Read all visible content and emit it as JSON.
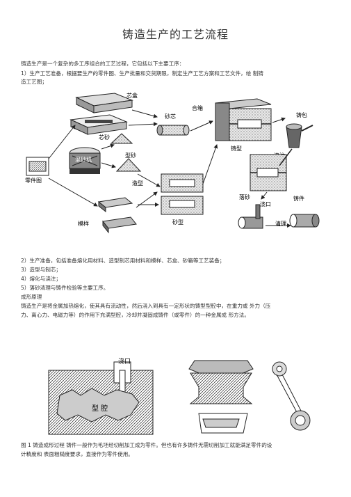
{
  "doc": {
    "title": "铸造生产的工艺流程",
    "intro": "铸造生产是一个复杂的多工序组合的工艺过程，它包括以下主要工序：",
    "step1_line1": "1）生产工艺准备，根据要生产的零件图、生产批量和交货期限，制定生产工艺方案和工艺文件，绘  制铸",
    "step1_line2": "造工艺图；",
    "diagram1_labels": {
      "core_box": "芯盒",
      "sand_core": "砂芯",
      "core_sand": "芯砂",
      "mixer": "混砂机",
      "molding_sand": "型砂",
      "part_drawing": "零件图",
      "molding": "造型",
      "pattern": "模样",
      "sand_mold": "砂型",
      "mold_assembly": "合箱",
      "casting_mold": "铸型",
      "ladle": "铸包",
      "pouring": "浇注",
      "shakeout": "落砂",
      "gate": "浇口",
      "cleaning": "清理",
      "casting": "铸件"
    },
    "step2": "2）生产准备，包括准备熔化用材料、造型制芯用材料和模样、芯盒、砂箱等工艺装备；",
    "step3": "3）造型与制芯；",
    "step4": "4）熔化与浇注；",
    "step5": "5）落砂清理与铸件检验等主要工序。",
    "principle_heading": "成形原理",
    "principle_line1": "铸造生产是将金属加热熔化，使其具有流动性，然后浇入到具有一定形状的铸型型腔中，在重力或  外力（压",
    "principle_line2": "力、离心力、电磁力等）的作用下充满型腔，冷却并凝固成铸件（或零件）的一种金属成  形方法。",
    "diagram2_labels": {
      "gate": "浇口",
      "cavity": "型  腔"
    },
    "caption_line1": "图  1 铸造成形过程  铸件一般作为毛坯经切削加工成为零件。但也有许多铸件无需切削加工就能满足零件的设",
    "caption_line2": "计精度和  表面粗糙度要求，直接作为零件使用。"
  }
}
